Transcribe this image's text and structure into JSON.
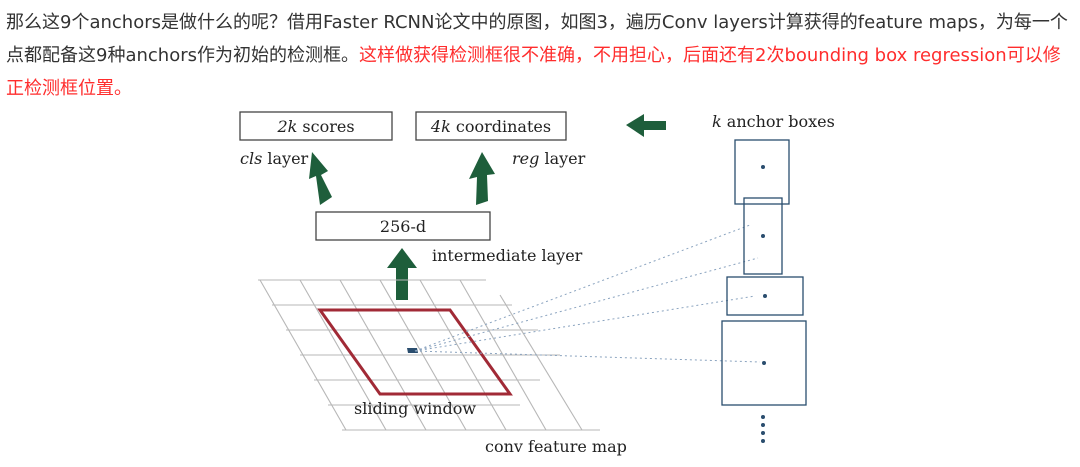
{
  "paragraph": {
    "text_normal": "那么这9个anchors是做什么的呢？借用Faster RCNN论文中的原图，如图3，遍历Conv layers计算获得的feature maps，为每一个点都配备这9种anchors作为初始的检测框。",
    "text_red": "这样做获得检测框很不准确，不用担心，后面还有2次bounding box regression可以修正检测框位置。",
    "red_color": "#ff2d2d"
  },
  "figure": {
    "scores_k": "2k",
    "scores_rest": " scores",
    "coords_k": "4k",
    "coords_rest": " coordinates",
    "cls": "cls",
    "cls_rest": " layer",
    "reg": "reg",
    "reg_rest": " layer",
    "intermediate_box": "256-d",
    "intermediate_label": "intermediate layer",
    "anchor_k": "k",
    "anchor_rest": " anchor boxes",
    "sliding_window_label": "sliding window",
    "feature_map_label": "conv feature map",
    "arrow_color": "#1e5e3b",
    "window_color": "#a12a36",
    "anchor_color": "#2a4d6e"
  }
}
